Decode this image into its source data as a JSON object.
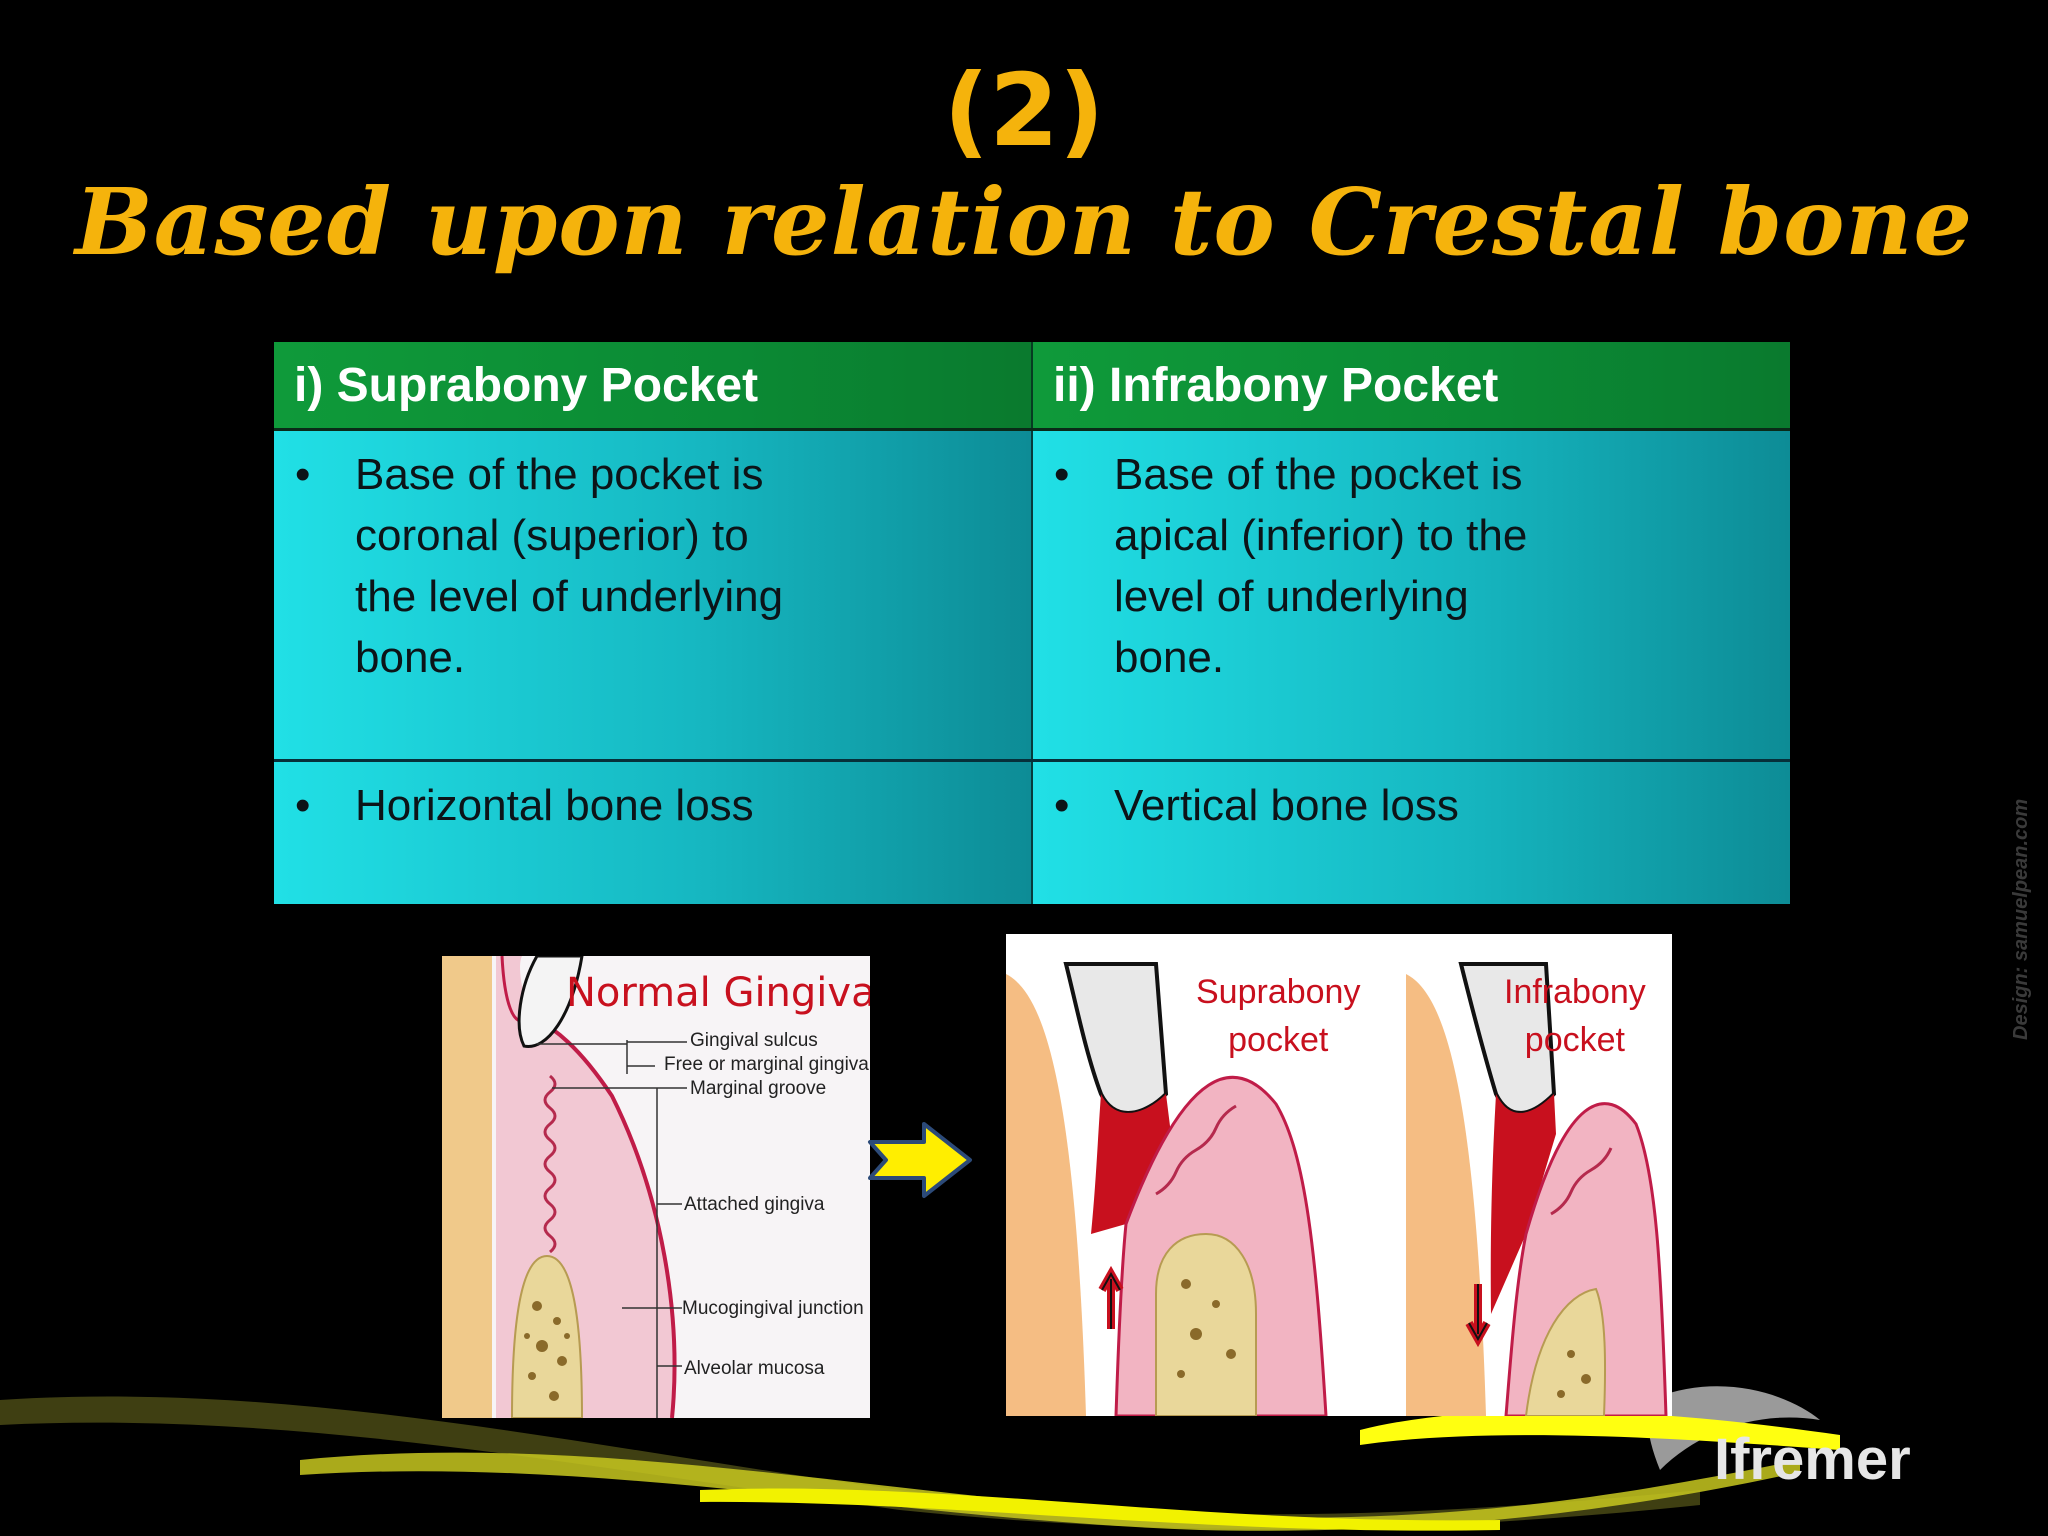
{
  "title": {
    "number": "(2)",
    "main": "Based upon relation to Crestal bone"
  },
  "table": {
    "headers": [
      "i)  Suprabony Pocket",
      "ii)  Infrabony Pocket"
    ],
    "bullet": "•",
    "rows": [
      [
        "Base of the pocket  is\ncoronal (superior) to\nthe level of  underlying\nbone.",
        "Base of the pocket is\napical (inferior) to the\nlevel of underlying\nbone."
      ],
      [
        "Horizontal bone loss",
        "Vertical bone loss"
      ]
    ]
  },
  "figure_left": {
    "title": "Normal Gingiva",
    "labels": [
      "Gingival sulcus",
      "Free or marginal gingiva",
      "Marginal groove",
      "Attached gingiva",
      "Mucogingival junction",
      "Alveolar mucosa"
    ]
  },
  "figure_right": {
    "suprabony_label": "Suprabony\npocket",
    "infrabony_label": "Infrabony\npocket"
  },
  "watermark": "Design: samuelpean.com",
  "logo": "Ifremer",
  "colors": {
    "title": "#f5b30c",
    "header_green": "#0f9a3a",
    "cell_teal": "#16b8c2",
    "arrow_yellow": "#ffee00",
    "figure_red": "#c8101e"
  }
}
